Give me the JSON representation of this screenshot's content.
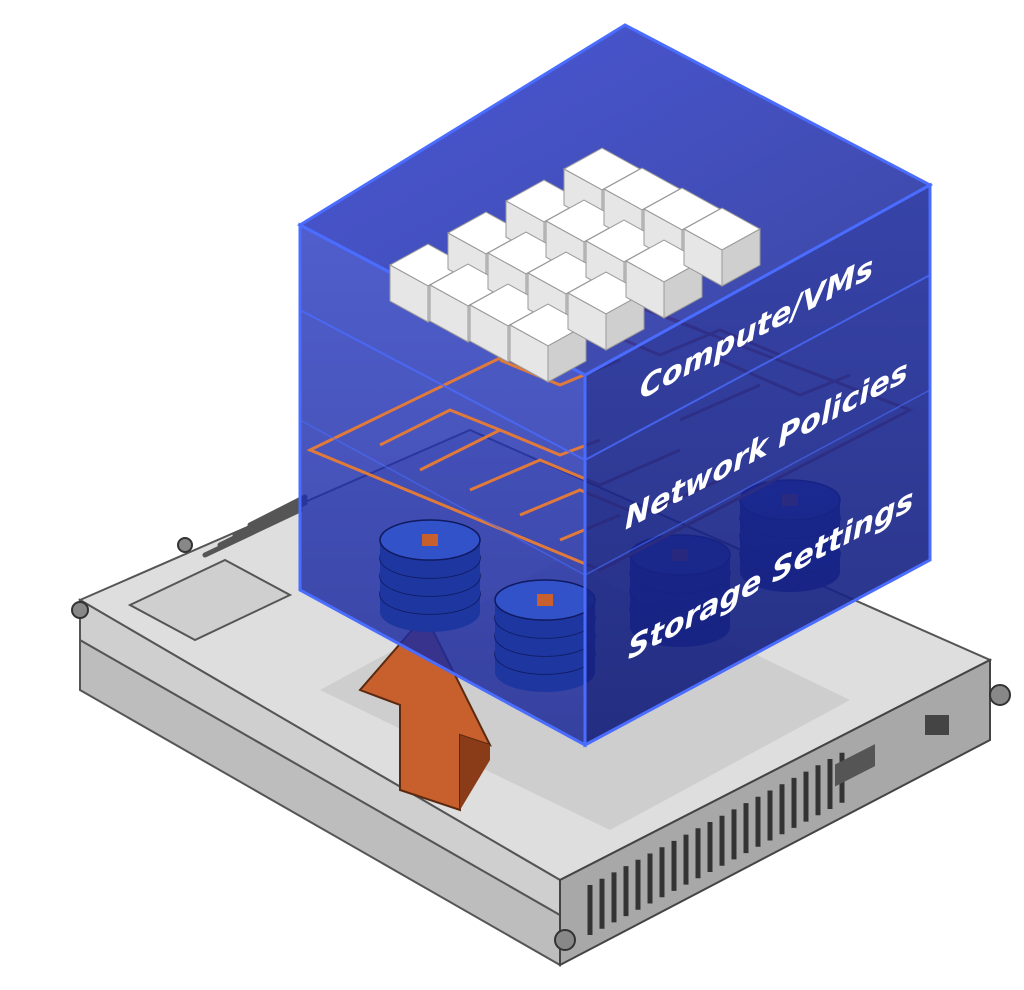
{
  "layers": {
    "compute": "Compute/VMs",
    "network": "Network Policies",
    "storage": "Storage Settings"
  },
  "colors": {
    "cube": "#1f2fa8",
    "cube_edge": "#4a6cff",
    "circuit": "#e07a3a",
    "arrow": "#c8602e",
    "chassis": "#d9d9d9",
    "disk": "#2b47b8"
  }
}
